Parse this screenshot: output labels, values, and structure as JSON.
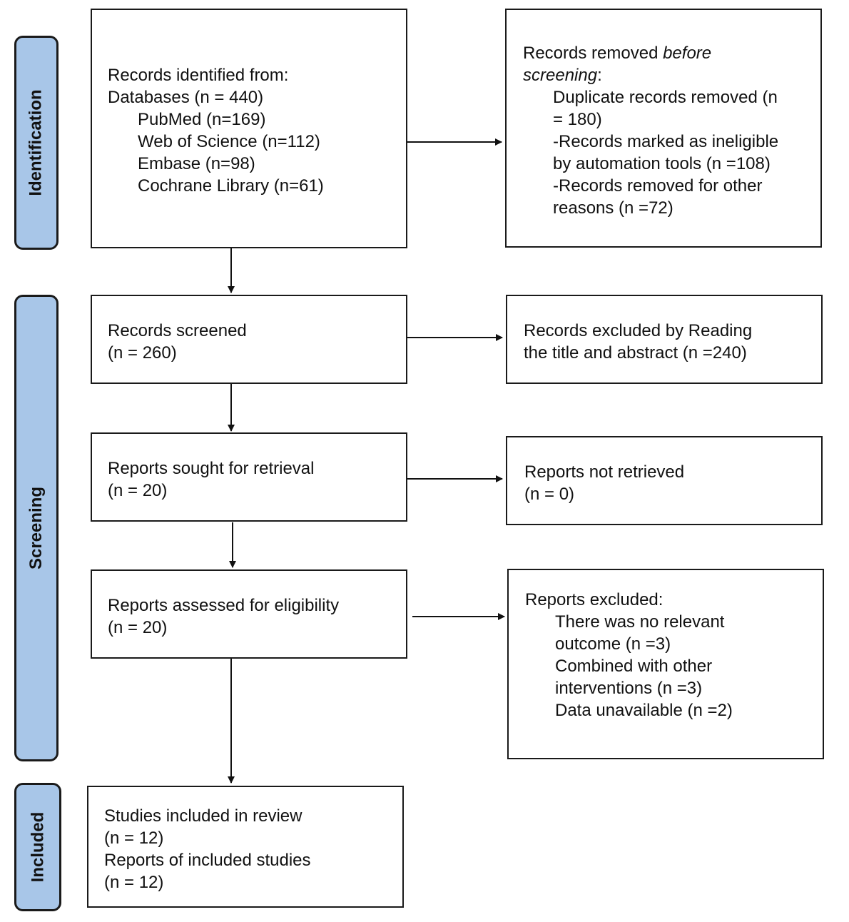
{
  "phases": {
    "identification": "Identification",
    "screening": "Screening",
    "included": "Included"
  },
  "identified": {
    "heading": "Records identified from:",
    "databases": "Databases (n = 440)",
    "pubmed": "PubMed (n=169)",
    "wos": "Web of Science (n=112)",
    "embase": "Embase (n=98)",
    "cochrane": "Cochrane Library (n=61)"
  },
  "removed": {
    "heading_a": "Records removed ",
    "heading_italic": "before",
    "heading_italic2": "screening",
    "heading_colon": ":",
    "duplicates_1": "Duplicate records removed (n",
    "duplicates_2": "= 180)",
    "automation_1": "-Records marked as ineligible",
    "automation_2": "by automation tools (n =108)",
    "other_1": "-Records removed for other",
    "other_2": "reasons (n =72)"
  },
  "screened": {
    "label": "Records screened",
    "count": "(n = 260)"
  },
  "excluded_title": {
    "line1": "Records excluded by Reading",
    "line2": "the title and abstract (n =240)"
  },
  "sought": {
    "label": "Reports sought for retrieval",
    "count": "(n = 20)"
  },
  "not_retrieved": {
    "label": "Reports not retrieved",
    "count": "(n = 0)"
  },
  "assessed": {
    "label": "Reports assessed for eligibility",
    "count": "(n = 20)"
  },
  "reports_excluded": {
    "heading": "Reports excluded:",
    "r1_1": "There was no relevant",
    "r1_2": "outcome (n =3)",
    "r2_1": "Combined with other",
    "r2_2": "interventions (n =3)",
    "r3": "Data unavailable (n =2)"
  },
  "included": {
    "studies": "Studies included in review",
    "studies_count": "(n = 12)",
    "reports": "Reports of included studies",
    "reports_count": "(n = 12)"
  }
}
